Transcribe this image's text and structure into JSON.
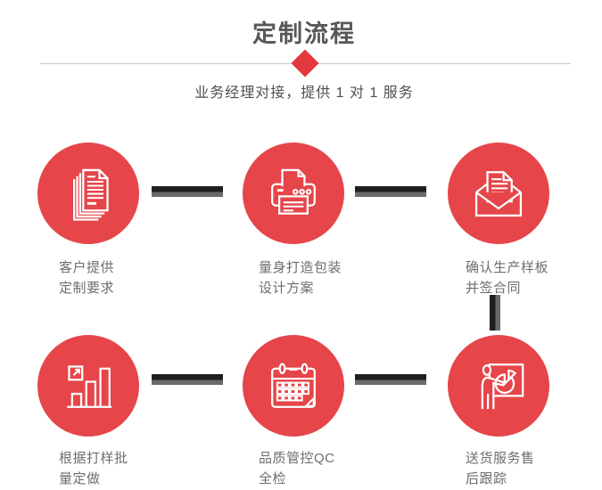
{
  "header": {
    "title": "定制流程",
    "subtitle": "业务经理对接，提供 1 对 1 服务"
  },
  "colors": {
    "accent_red": "#e64549",
    "diamond_red": "#e2383e",
    "connector_black": "#1f1f1f",
    "connector_gray": "#6a6a6a",
    "title_gray": "#595757",
    "label_gray": "#6e6e6e",
    "divider_gray": "#c9c9c9",
    "icon_white": "#ffffff"
  },
  "steps": [
    {
      "icon": "documents-icon",
      "lines": [
        "客户提供",
        "定制要求"
      ]
    },
    {
      "icon": "printer-icon",
      "lines": [
        "量身打造包装",
        "设计方案"
      ]
    },
    {
      "icon": "envelope-icon",
      "lines": [
        "确认生产样板",
        "并签合同"
      ]
    },
    {
      "icon": "bar-chart-icon",
      "lines": [
        "根据打样批",
        "量定做"
      ]
    },
    {
      "icon": "calendar-icon",
      "lines": [
        "品质管控QC",
        "全检"
      ]
    },
    {
      "icon": "presentation-icon",
      "lines": [
        "送货服务售",
        "后跟踪"
      ]
    }
  ]
}
